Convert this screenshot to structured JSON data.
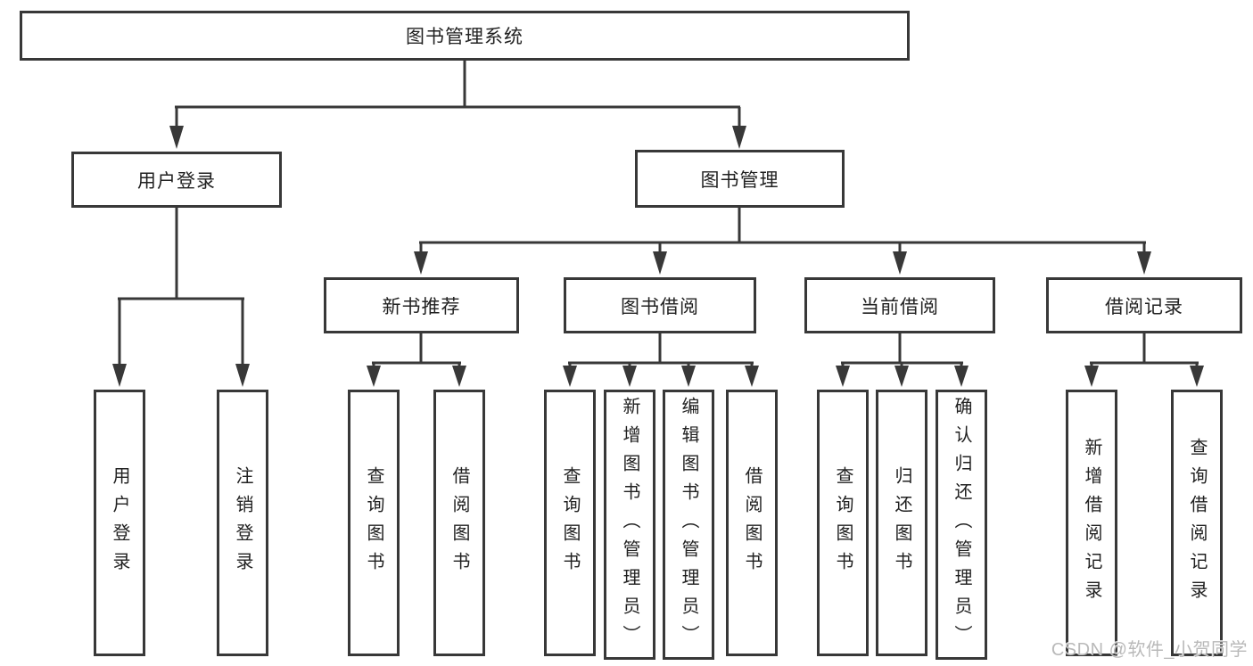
{
  "colors": {
    "line": "#383838",
    "box_border": "#383838",
    "text": "#212121",
    "background": "#ffffff",
    "watermark": "#b9b9b9"
  },
  "tree": {
    "root": {
      "label": "图书管理系统",
      "children": [
        {
          "label": "用户登录",
          "children": [
            {
              "label": "用户登录"
            },
            {
              "label": "注销登录"
            }
          ]
        },
        {
          "label": "图书管理",
          "children": [
            {
              "label": "新书推荐",
              "children": [
                {
                  "label": "查询图书"
                },
                {
                  "label": "借阅图书"
                }
              ]
            },
            {
              "label": "图书借阅",
              "children": [
                {
                  "label": "查询图书"
                },
                {
                  "label": "新增图书（管理员）"
                },
                {
                  "label": "编辑图书（管理员）"
                },
                {
                  "label": "借阅图书"
                }
              ]
            },
            {
              "label": "当前借阅",
              "children": [
                {
                  "label": "查询图书"
                },
                {
                  "label": "归还图书"
                },
                {
                  "label": "确认归还（管理员）"
                }
              ]
            },
            {
              "label": "借阅记录",
              "children": [
                {
                  "label": "新增借阅记录"
                },
                {
                  "label": "查询借阅记录"
                }
              ]
            }
          ]
        }
      ]
    }
  },
  "watermark": {
    "text": "CSDN @软件_小贺同学"
  }
}
